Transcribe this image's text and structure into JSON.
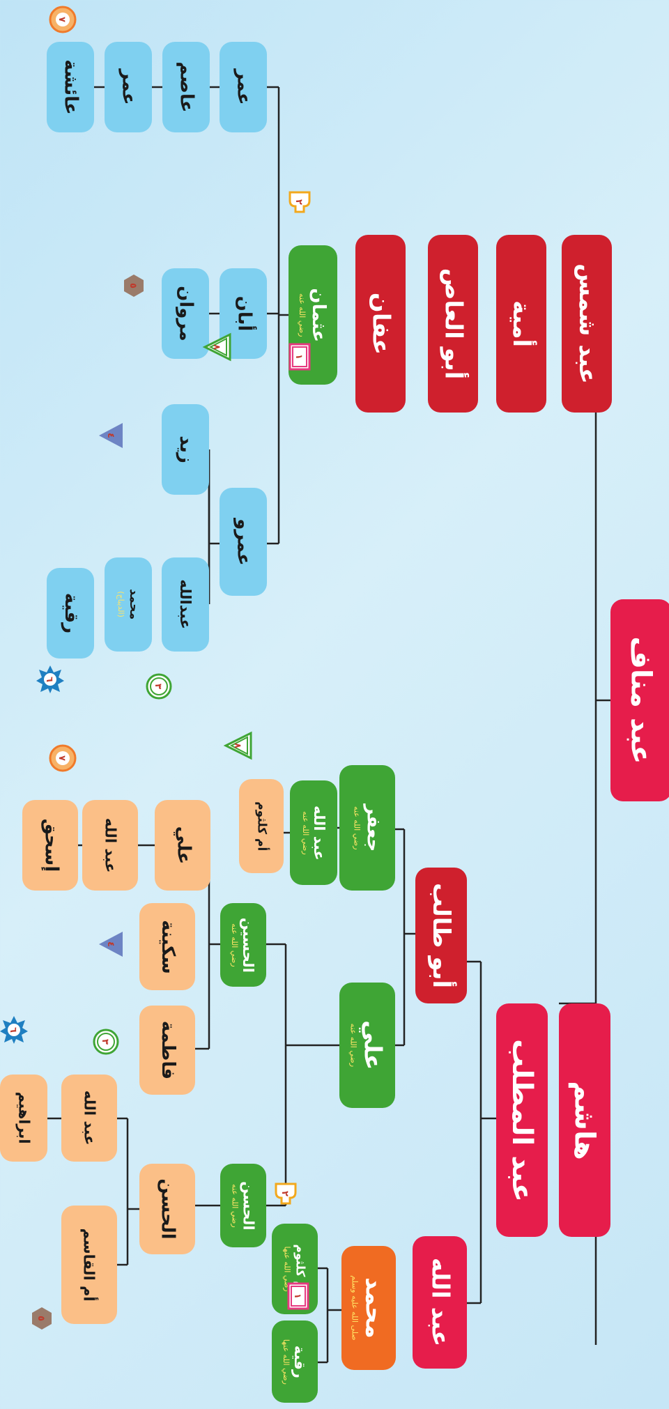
{
  "nodes": {
    "abd_manaf": {
      "name": "عبد مناف"
    },
    "abd_shams": {
      "name": "عبد شمس"
    },
    "umayya": {
      "name": "أمية"
    },
    "abu_alas": {
      "name": "أبو العاص"
    },
    "affan": {
      "name": "عفان"
    },
    "uthman": {
      "name": "عثمان",
      "sub": "رضي الله عنه"
    },
    "umar_top": {
      "name": "عمر"
    },
    "asim": {
      "name": "عاصم"
    },
    "umar2": {
      "name": "عمر"
    },
    "aisha": {
      "name": "عائشة"
    },
    "aban": {
      "name": "أبان"
    },
    "marwan": {
      "name": "مروان"
    },
    "amr": {
      "name": "عمرو"
    },
    "zayd": {
      "name": "زيد"
    },
    "abdullah_u": {
      "name": "عبدالله"
    },
    "muhammad_dibaj": {
      "name": "محمد",
      "sub": "(الديباج)"
    },
    "ruqayya_u": {
      "name": "رقية"
    },
    "hashim": {
      "name": "هاشم"
    },
    "abd_muttalib": {
      "name": "عبد المطلب"
    },
    "abu_talib": {
      "name": "أبو طالب"
    },
    "jafar": {
      "name": "جعفر",
      "sub": "رضي الله عنه"
    },
    "abdullah_j": {
      "name": "عبد الله",
      "sub": "رضي الله عنه"
    },
    "umm_kulthum_j": {
      "name": "أم كلثوم"
    },
    "ali_j": {
      "name": "علي"
    },
    "abdullah_j2": {
      "name": "عبد الله"
    },
    "ishaq": {
      "name": "إسحق"
    },
    "ali": {
      "name": "علي",
      "sub": "رضي الله عنه"
    },
    "husayn": {
      "name": "الحسين",
      "sub": "رضي الله عنه"
    },
    "sukayna": {
      "name": "سكينة"
    },
    "fatima": {
      "name": "فاطمة"
    },
    "hasan": {
      "name": "الحسن",
      "sub": "رضي الله عنه"
    },
    "hasan2": {
      "name": "الحسن"
    },
    "abdullah_h": {
      "name": "عبد الله"
    },
    "umm_qasim": {
      "name": "أم القاسم"
    },
    "ibrahim": {
      "name": "ابراهيم"
    },
    "abdullah": {
      "name": "عبد الله"
    },
    "muhammad": {
      "name": "محمد",
      "sub": "صلى الله عليه وسلم"
    },
    "umm_kulthum": {
      "name": "أم كلثوم",
      "sub": "رضي الله عنها"
    },
    "ruqayya": {
      "name": "رقية",
      "sub": "رضي الله عنها"
    }
  },
  "markers": [
    {
      "shape": "square",
      "text": "١",
      "color": "#e6397f"
    },
    {
      "shape": "square",
      "text": "١",
      "color": "#e6397f"
    },
    {
      "shape": "cup",
      "text": "٢",
      "color": "#f2a81d"
    },
    {
      "shape": "cup",
      "text": "٢",
      "color": "#f2a81d"
    },
    {
      "shape": "circle",
      "text": "٣",
      "color": "#3fa535"
    },
    {
      "shape": "circle",
      "text": "٣",
      "color": "#3fa535"
    },
    {
      "shape": "triangle",
      "text": "٤",
      "color": "#6d84c4"
    },
    {
      "shape": "triangle",
      "text": "٤",
      "color": "#6d84c4"
    },
    {
      "shape": "hexagon",
      "text": "٥",
      "color": "#9a7b6a"
    },
    {
      "shape": "hexagon",
      "text": "٥",
      "color": "#9a7b6a"
    },
    {
      "shape": "star",
      "text": "٦",
      "color": "#1f7fc1"
    },
    {
      "shape": "star",
      "text": "٦",
      "color": "#1f7fc1"
    },
    {
      "shape": "flower",
      "text": "٧",
      "color": "#f07a2a"
    },
    {
      "shape": "flower",
      "text": "٧",
      "color": "#f07a2a"
    },
    {
      "shape": "triangle-outline",
      "text": "٨",
      "color": "#3fa535"
    },
    {
      "shape": "triangle-outline",
      "text": "٨",
      "color": "#3fa535"
    }
  ]
}
